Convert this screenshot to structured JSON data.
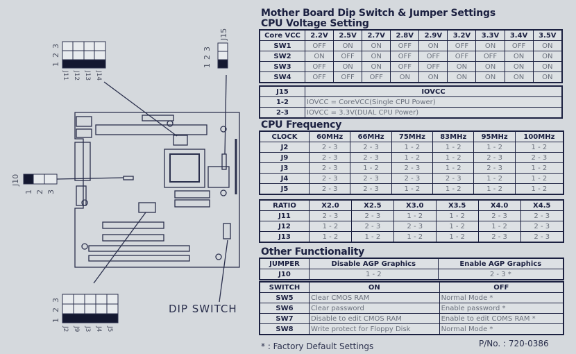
{
  "title": "Mother Board Dip Switch & Jumper Settings",
  "voltage": {
    "heading": "CPU Voltage Setting",
    "header": [
      "Core VCC",
      "2.2V",
      "2.5V",
      "2.7V",
      "2.8V",
      "2.9V",
      "3.2V",
      "3.3V",
      "3.4V",
      "3.5V"
    ],
    "rows": [
      [
        "SW1",
        "OFF",
        "ON",
        "ON",
        "OFF",
        "ON",
        "OFF",
        "ON",
        "OFF",
        "ON"
      ],
      [
        "SW2",
        "ON",
        "OFF",
        "ON",
        "OFF",
        "OFF",
        "OFF",
        "OFF",
        "ON",
        "ON"
      ],
      [
        "SW3",
        "OFF",
        "ON",
        "ON",
        "OFF",
        "OFF",
        "ON",
        "ON",
        "ON",
        "ON"
      ],
      [
        "SW4",
        "OFF",
        "OFF",
        "OFF",
        "ON",
        "ON",
        "ON",
        "ON",
        "ON",
        "ON"
      ]
    ]
  },
  "iovcc": {
    "header": [
      "J15",
      "IOVCC"
    ],
    "rows": [
      [
        "1-2",
        "IOVCC = CoreVCC(Single CPU Power)"
      ],
      [
        "2-3",
        "IOVCC = 3.3V(DUAL CPU Power)"
      ]
    ]
  },
  "frequency": {
    "heading": "CPU Frequency",
    "header": [
      "CLOCK",
      "60MHz",
      "66MHz",
      "75MHz",
      "83MHz",
      "95MHz",
      "100MHz"
    ],
    "rows": [
      [
        "J2",
        "2 - 3",
        "2 - 3",
        "1 - 2",
        "1 - 2",
        "1 - 2",
        "1 - 2"
      ],
      [
        "J9",
        "2 - 3",
        "2 - 3",
        "1 - 2",
        "1 - 2",
        "2 - 3",
        "2 - 3"
      ],
      [
        "J3",
        "2 - 3",
        "1 - 2",
        "2 - 3",
        "1 - 2",
        "2 - 3",
        "1 - 2"
      ],
      [
        "J4",
        "2 - 3",
        "2 - 3",
        "2 - 3",
        "2 - 3",
        "1 - 2",
        "1 - 2"
      ],
      [
        "J5",
        "2 - 3",
        "2 - 3",
        "1 - 2",
        "1 - 2",
        "1 - 2",
        "1 - 2"
      ]
    ]
  },
  "ratio": {
    "header": [
      "RATIO",
      "X2.0",
      "X2.5",
      "X3.0",
      "X3.5",
      "X4.0",
      "X4.5"
    ],
    "rows": [
      [
        "J11",
        "2 - 3",
        "2 - 3",
        "1 - 2",
        "1 - 2",
        "2 - 3",
        "2 - 3"
      ],
      [
        "J12",
        "1 - 2",
        "2 - 3",
        "2 - 3",
        "1 - 2",
        "1 - 2",
        "2 - 3"
      ],
      [
        "J13",
        "1 - 2",
        "1 - 2",
        "1 - 2",
        "1 - 2",
        "2 - 3",
        "2 - 3"
      ]
    ]
  },
  "other": {
    "heading": "Other Functionality",
    "jumper_header": [
      "JUMPER",
      "Disable AGP Graphics",
      "Enable AGP Graphics"
    ],
    "jumper_rows": [
      [
        "J10",
        "1 - 2",
        "2 - 3 *"
      ]
    ],
    "switch_header": [
      "SWITCH",
      "ON",
      "OFF"
    ],
    "switch_rows": [
      [
        "SW5",
        "Clear CMOS RAM",
        "Normal Mode *"
      ],
      [
        "SW6",
        "Clear password",
        "Enable password *"
      ],
      [
        "SW7",
        "Disable to edit CMOS RAM",
        "Enable to edit COMS RAM *"
      ],
      [
        "SW8",
        "Write protect for Floppy Disk",
        "Normal Mode *"
      ]
    ]
  },
  "footnote": "* : Factory Default Settings",
  "part_number": "P/No. : 720-0386",
  "diagram": {
    "pins": [
      "1",
      "2",
      "3"
    ],
    "top_jumpers": [
      "J11",
      "J12",
      "J13",
      "J14"
    ],
    "j15": "J15",
    "j10": "J10",
    "bottom_jumpers": [
      "J2",
      "J9",
      "J3",
      "J4",
      "J5"
    ],
    "dip_switch": "DIP SWITCH"
  }
}
